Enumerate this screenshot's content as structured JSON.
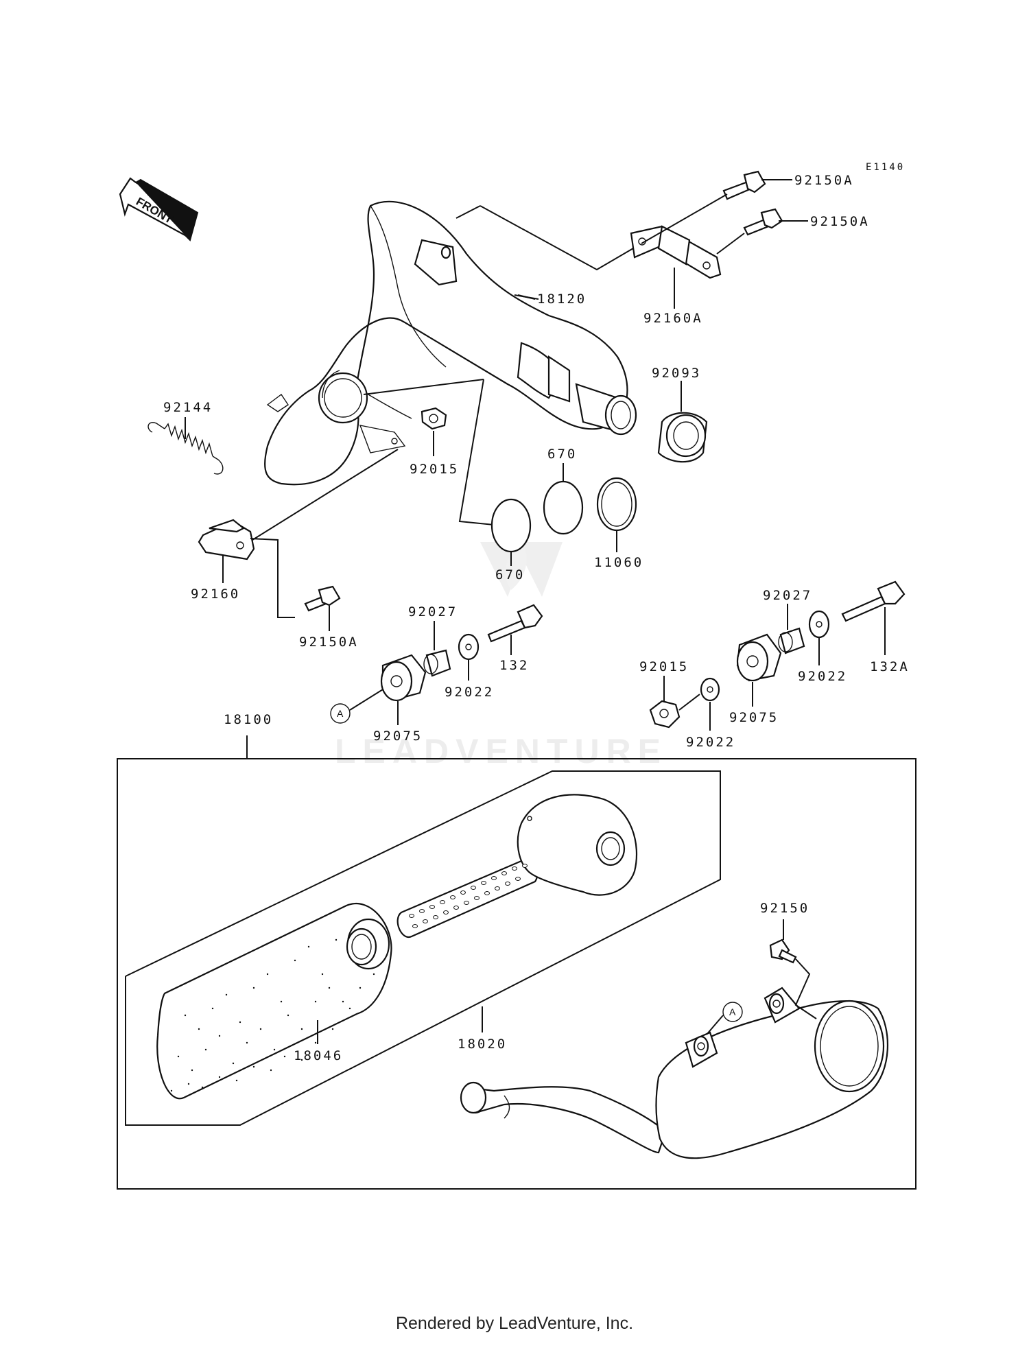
{
  "diagram": {
    "reference_code": "E1140",
    "front_arrow_label": "FRONT",
    "watermark": "LEADVENTURE",
    "callout_letter": "A",
    "parts": {
      "p18120": "18120",
      "p92150A_1": "92150A",
      "p92150A_2": "92150A",
      "p92160A": "92160A",
      "p92093": "92093",
      "p92144": "92144",
      "p92015_1": "92015",
      "p670_top": "670",
      "p670_bottom": "670",
      "p11060": "11060",
      "p92160": "92160",
      "p92150A_3": "92150A",
      "p92027_1": "92027",
      "p132": "132",
      "p92022_1": "92022",
      "p92075_1": "92075",
      "p92027_2": "92027",
      "p132A": "132A",
      "p92022_2": "92022",
      "p92015_2": "92015",
      "p92075_2": "92075",
      "p92022_3": "92022",
      "p18100": "18100",
      "p18046": "18046",
      "p18020": "18020",
      "p92150": "92150"
    }
  },
  "footer": {
    "text": "Rendered by LeadVenture, Inc."
  }
}
